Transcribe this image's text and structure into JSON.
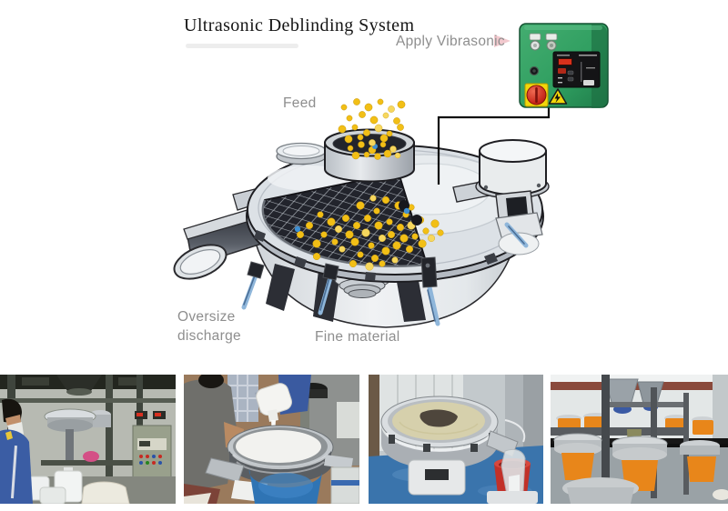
{
  "diagram": {
    "title": "Ultrasonic Deblinding System",
    "labels": {
      "apply_vibrasonic": "Apply Vibrasonic",
      "feed": "Feed",
      "oversize_discharge": "Oversize discharge",
      "fine_material": "Fine material"
    }
  },
  "colors": {
    "title_color": "#151515",
    "label_gray": "#8e8e8e",
    "particle_yellow": "#f2bf16",
    "particle_yellow_light": "#f6d75e",
    "particle_blue": "#3f8fd2",
    "mesh_dark": "#22242c",
    "mesh_grid": "#a9afb6",
    "clamp_blue": "#8fb6da",
    "arrow_pink": "#f2c9ce",
    "control_box_green": "#2f9e60",
    "control_box_green_dark": "#1d6f42",
    "warning_yellow": "#f2d70a",
    "knob_red": "#c7271a",
    "photo_machine_orange": "#e8861a",
    "photo_base_blue": "#2f74b4",
    "photo_bucket_red": "#c23028"
  }
}
